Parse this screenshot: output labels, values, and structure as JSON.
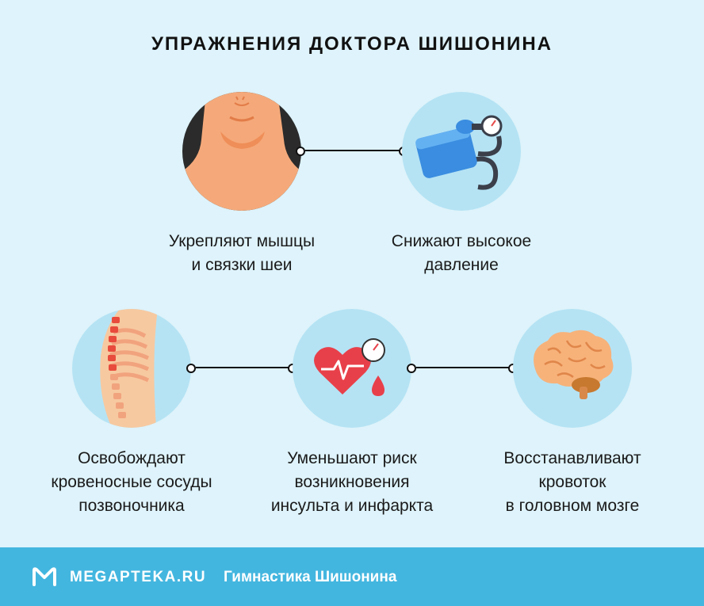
{
  "title": "УПРАЖНЕНИЯ ДОКТОРА ШИШОНИНА",
  "benefits": [
    {
      "icon": "neck-icon",
      "text": "Укрепляют мышцы\nи связки шеи"
    },
    {
      "icon": "tonometer-icon",
      "text": "Снижают высокое\nдавление"
    },
    {
      "icon": "spine-icon",
      "text": "Освобождают\nкровеносные сосуды\nпозвоночника"
    },
    {
      "icon": "heart-icon",
      "text": "Уменьшают риск\nвозникновения\nинсульта и инфаркта"
    },
    {
      "icon": "brain-icon",
      "text": "Восстанавливают\nкровоток\nв головном мозге"
    }
  ],
  "footer": {
    "site": "MEGAPTEKA.RU",
    "subtitle": "Гимнастика Шишонина"
  },
  "colors": {
    "background": "#def3fb",
    "circle": "#b5e3f4",
    "footer": "#43b6df"
  }
}
